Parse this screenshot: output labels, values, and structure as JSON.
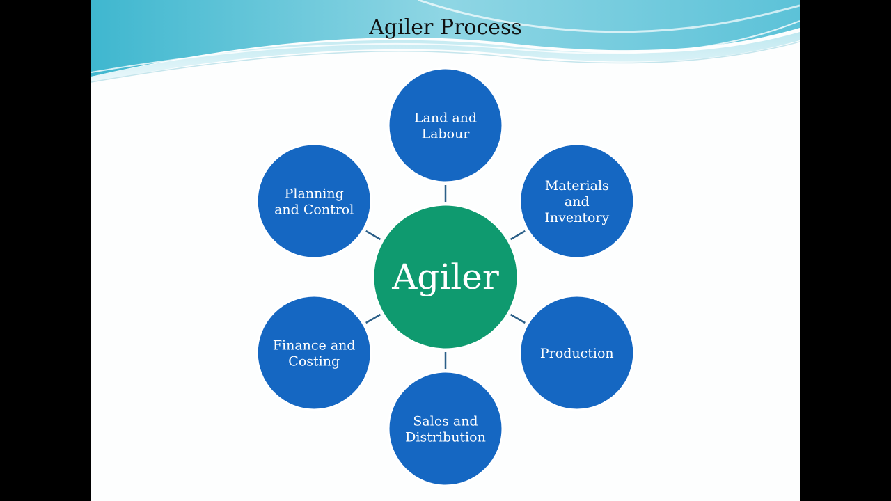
{
  "slide": {
    "title": "Agiler Process"
  },
  "diagram": {
    "center": {
      "label": "Agiler",
      "color": "#0f9a6f"
    },
    "node_color": "#1567c2",
    "node_border": "#ffffff",
    "connector_color": "#2b5f88",
    "nodes": [
      {
        "lines": [
          "Land and",
          "Labour"
        ]
      },
      {
        "lines": [
          "Materials",
          "and",
          "Inventory"
        ]
      },
      {
        "lines": [
          "Production"
        ]
      },
      {
        "lines": [
          "Sales and",
          "Distribution"
        ]
      },
      {
        "lines": [
          "Finance and",
          "Costing"
        ]
      },
      {
        "lines": [
          "Planning",
          "and Control"
        ]
      }
    ]
  }
}
